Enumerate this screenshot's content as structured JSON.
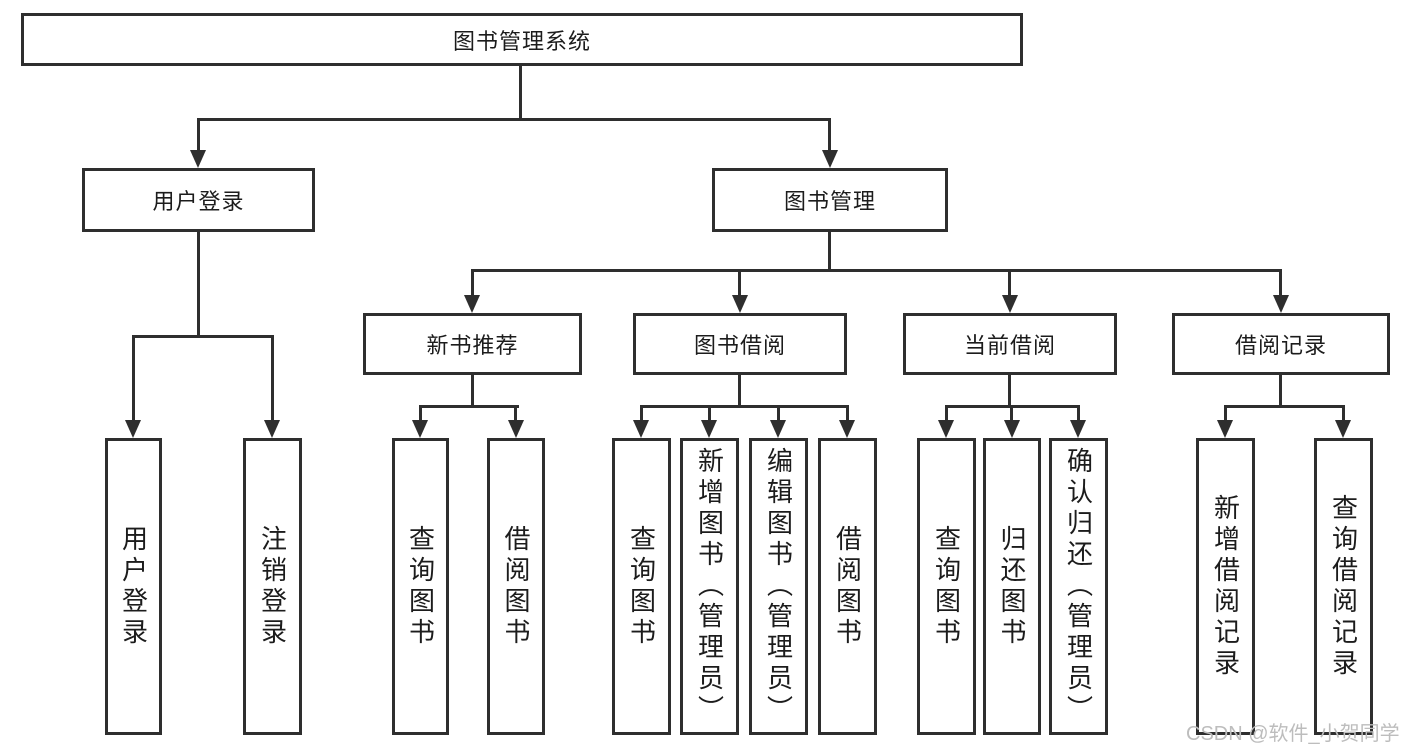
{
  "colors": {
    "line": "#2e2e2e",
    "text": "#1c1c1c",
    "watermark": "#bdbdbd",
    "background": "#ffffff"
  },
  "watermark": "CSDN @软件_小贺同学",
  "tree": {
    "root": {
      "label": "图书管理系统"
    },
    "branches": [
      {
        "label": "用户登录",
        "children": [
          {
            "label": "用户登录"
          },
          {
            "label": "注销登录"
          }
        ]
      },
      {
        "label": "图书管理",
        "children": [
          {
            "label": "新书推荐",
            "children": [
              {
                "label": "查询图书"
              },
              {
                "label": "借阅图书"
              }
            ]
          },
          {
            "label": "图书借阅",
            "children": [
              {
                "label": "查询图书"
              },
              {
                "label": "新增图书（管理员）"
              },
              {
                "label": "编辑图书（管理员）"
              },
              {
                "label": "借阅图书"
              }
            ]
          },
          {
            "label": "当前借阅",
            "children": [
              {
                "label": "查询图书"
              },
              {
                "label": "归还图书"
              },
              {
                "label": "确认归还（管理员）"
              }
            ]
          },
          {
            "label": "借阅记录",
            "children": [
              {
                "label": "新增借阅记录"
              },
              {
                "label": "查询借阅记录"
              }
            ]
          }
        ]
      }
    ]
  }
}
